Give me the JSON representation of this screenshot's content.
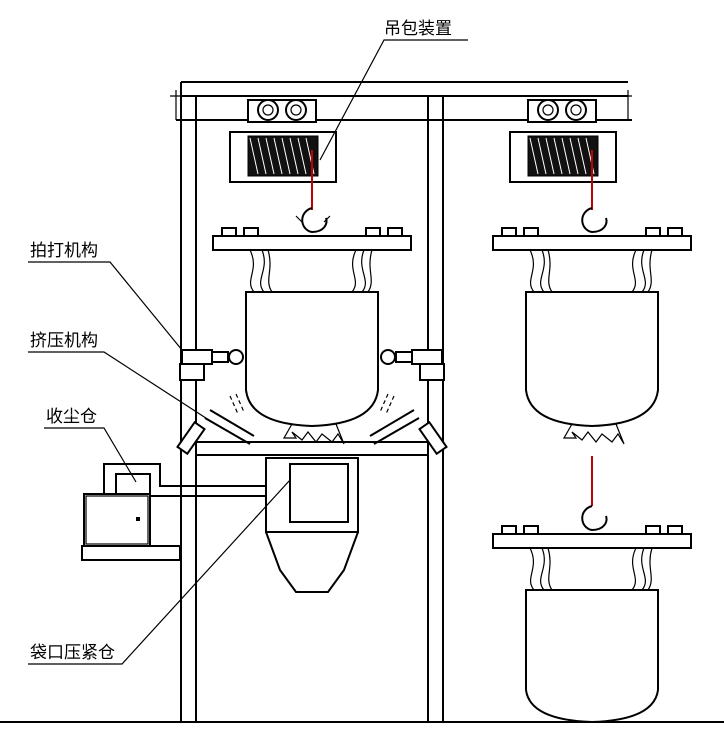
{
  "labels": {
    "hoist": "吊包装置",
    "beating": "拍打机构",
    "squeeze": "挤压机构",
    "dust": "收尘仓",
    "clamp": "袋口压紧仓"
  },
  "colors": {
    "line": "#000000",
    "hook_rope": "#c00000",
    "background": "#ffffff"
  }
}
